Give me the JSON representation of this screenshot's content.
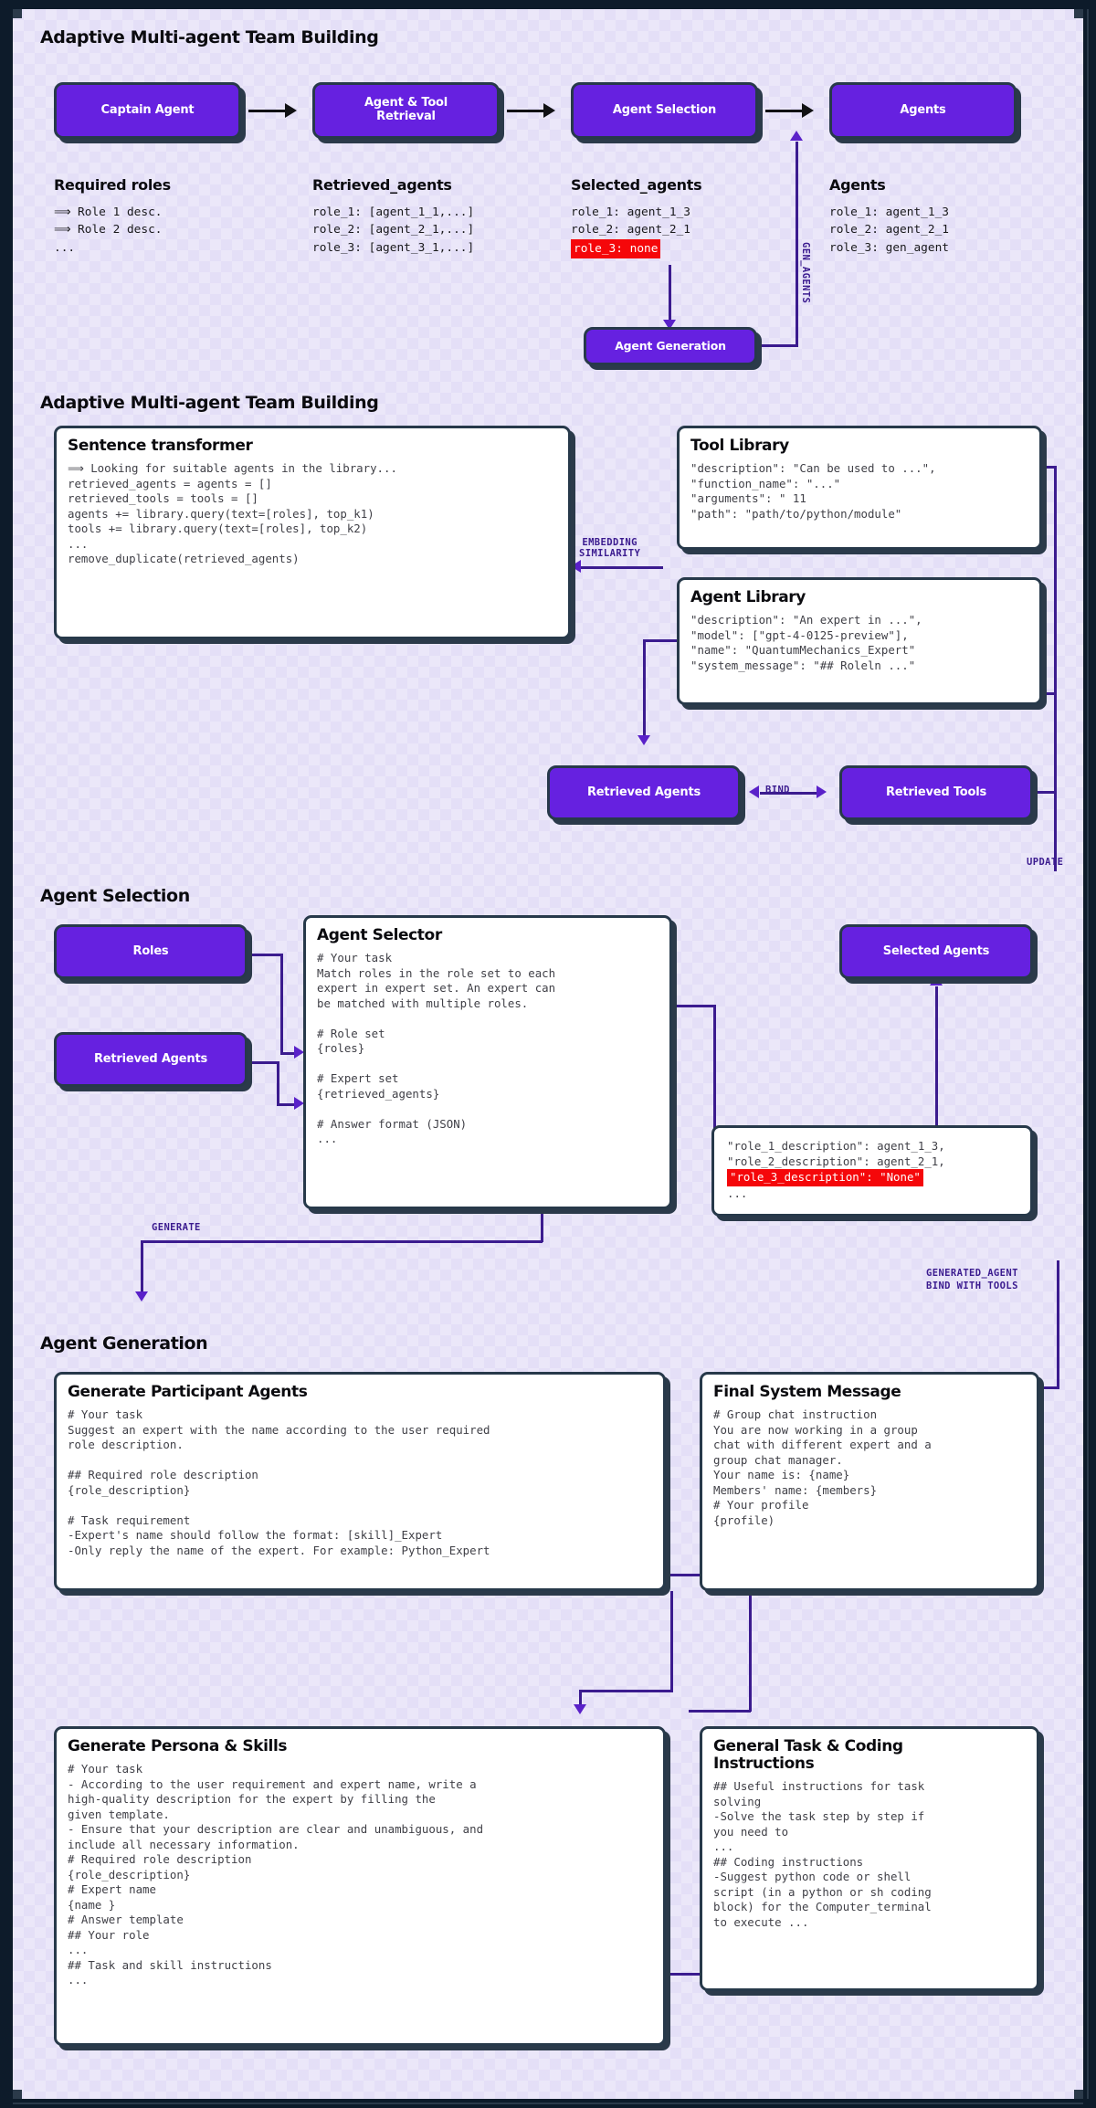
{
  "sections": {
    "s1_title": "Adaptive Multi-agent Team Building",
    "s2_title": "Adaptive Multi-agent Team Building",
    "s3_title": "Agent Selection",
    "s4_title": "Agent Generation"
  },
  "pipeline": {
    "captain_agent": "Captain Agent",
    "agent_tool_retrieval": "Agent & Tool\nRetrieval",
    "agent_selection": "Agent Selection",
    "agents": "Agents",
    "agent_generation": "Agent Generation"
  },
  "columns": {
    "required_roles": {
      "heading": "Required roles",
      "body": "⟹ Role 1 desc.\n⟹ Role 2 desc.\n..."
    },
    "retrieved_agents": {
      "heading": "Retrieved_agents",
      "body": "role_1: [agent_1_1,...]\nrole_2: [agent_2_1,...]\nrole_3: [agent_3_1,...]"
    },
    "selected_agents": {
      "heading": "Selected_agents",
      "line1": "role_1: agent_1_3",
      "line2": "role_2: agent_2_1",
      "line3_highlight": "role_3: none"
    },
    "agents": {
      "heading": "Agents",
      "body": "role_1: agent_1_3\nrole_2: agent_2_1\nrole_3: gen_agent"
    }
  },
  "cards": {
    "sentence_transformer": {
      "title": "Sentence transformer",
      "code": "⟹ Looking for suitable agents in the library...\nretrieved_agents = agents = []\nretrieved_tools = tools = []\nagents += library.query(text=[roles], top_k1)\ntools += library.query(text=[roles], top_k2)\n...\nremove_duplicate(retrieved_agents)"
    },
    "tool_library": {
      "title": "Tool Library",
      "code": "\"description\": \"Can be used to ...\",\n\"function_name\": \"...\"\n\"arguments\": \" 11\n\"path\": \"path/to/python/module\""
    },
    "agent_library": {
      "title": "Agent Library",
      "code": "\"description\": \"An expert in ...\",\n\"model\": [\"gpt-4-0125-preview\"],\n\"name\": \"QuantumMechanics_Expert\"\n\"system_message\": \"## Roleln ...\""
    },
    "agent_selector": {
      "title": "Agent Selector",
      "code": "# Your task\nMatch roles in the role set to each\nexpert in expert set. An expert can\nbe matched with multiple roles.\n\n# Role set\n{roles}\n\n# Expert set\n{retrieved_agents}\n\n# Answer format (JSON)\n..."
    },
    "selector_output": {
      "line1": "\"role_1_description\": agent_1_3,",
      "line2": "\"role_2_description\": agent_2_1,",
      "line3_highlight": "\"role_3_description\": \"None\"",
      "line4": "..."
    },
    "generate_participant_agents": {
      "title": "Generate Participant Agents",
      "code": "# Your task\nSuggest an expert with the name according to the user required\nrole description.\n\n## Required role description\n{role_description}\n\n# Task requirement\n-Expert's name should follow the format: [skill]_Expert\n-Only reply the name of the expert. For example: Python_Expert"
    },
    "final_system_message": {
      "title": "Final System Message",
      "code": "# Group chat instruction\nYou are now working in a group\nchat with different expert and a\ngroup chat manager.\nYour name is: {name}\nMembers' name: {members}\n# Your profile\n{profile)"
    },
    "generate_persona_skills": {
      "title": "Generate Persona & Skills",
      "code": "# Your task\n- According to the user requirement and expert name, write a\nhigh-quality description for the expert by filling the\ngiven template.\n- Ensure that your description are clear and unambiguous, and\ninclude all necessary information.\n# Required role description\n{role_description}\n# Expert name\n{name }\n# Answer template\n## Your role\n...\n## Task and skill instructions\n..."
    },
    "general_task_coding": {
      "title": "General Task & Coding\nInstructions",
      "code": "## Useful instructions for task\nsolving\n-Solve the task step by step if\nyou need to\n...\n## Coding instructions\n-Suggest python code or shell\nscript (in a python or sh coding\nblock) for the Computer_terminal\nto execute ..."
    }
  },
  "nodes": {
    "roles": "Roles",
    "retrieved_agents_node": "Retrieved Agents",
    "retrieved_agents_mid": "Retrieved Agents",
    "retrieved_tools_mid": "Retrieved Tools",
    "selected_agents_node": "Selected Agents"
  },
  "edge_labels": {
    "gen_agents": "GEN_AGENTS",
    "embedding_similarity": "EMBEDDING\nSIMILARITY",
    "bind": "BIND",
    "update": "UPDATE",
    "generate": "GENERATE",
    "generated_agent_bind": "GENERATED_AGENT\nBIND WITH TOOLS"
  },
  "colors": {
    "node_purple": "#6621e0",
    "border_dark": "#27394a",
    "highlight_red": "#f5070a",
    "page_bg": "#e4dff7",
    "frame": "#0d1b2a"
  }
}
